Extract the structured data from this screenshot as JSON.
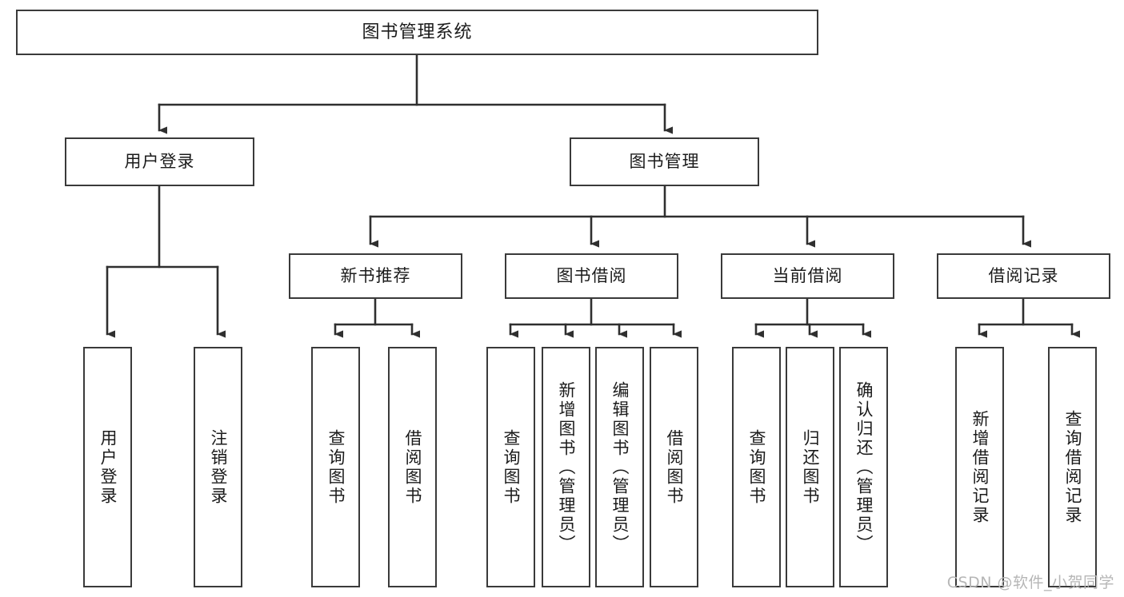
{
  "diagram": {
    "type": "tree",
    "title": "图书管理系统",
    "orientation": "top-down",
    "leaf_text_direction": "vertical",
    "colors": {
      "box_border": "#3a3a3a",
      "box_fill": "#ffffff",
      "connector": "#2f2f2f",
      "text": "#1b1b1b",
      "watermark": "#b6b6b6",
      "background": "#ffffff"
    }
  },
  "root": {
    "label": "图书管理系统"
  },
  "branches": [
    {
      "label": "用户登录"
    },
    {
      "label": "图书管理"
    }
  ],
  "subbranches": [
    {
      "label": "新书推荐"
    },
    {
      "label": "图书借阅"
    },
    {
      "label": "当前借阅"
    },
    {
      "label": "借阅记录"
    }
  ],
  "leaves": {
    "user_login": [
      {
        "label": "用户登录"
      },
      {
        "label": "注销登录"
      }
    ],
    "new_book_recommend": [
      {
        "label": "查询图书"
      },
      {
        "label": "借阅图书"
      }
    ],
    "book_borrow": [
      {
        "label": "查询图书"
      },
      {
        "label": "新增图书（管理员）"
      },
      {
        "label": "编辑图书（管理员）"
      },
      {
        "label": "借阅图书"
      }
    ],
    "current_borrow": [
      {
        "label": "查询图书"
      },
      {
        "label": "归还图书"
      },
      {
        "label": "确认归还（管理员）"
      }
    ],
    "borrow_record": [
      {
        "label": "新增借阅记录"
      },
      {
        "label": "查询借阅记录"
      }
    ]
  },
  "watermark": {
    "text": "CSDN @软件_小贺同学"
  }
}
